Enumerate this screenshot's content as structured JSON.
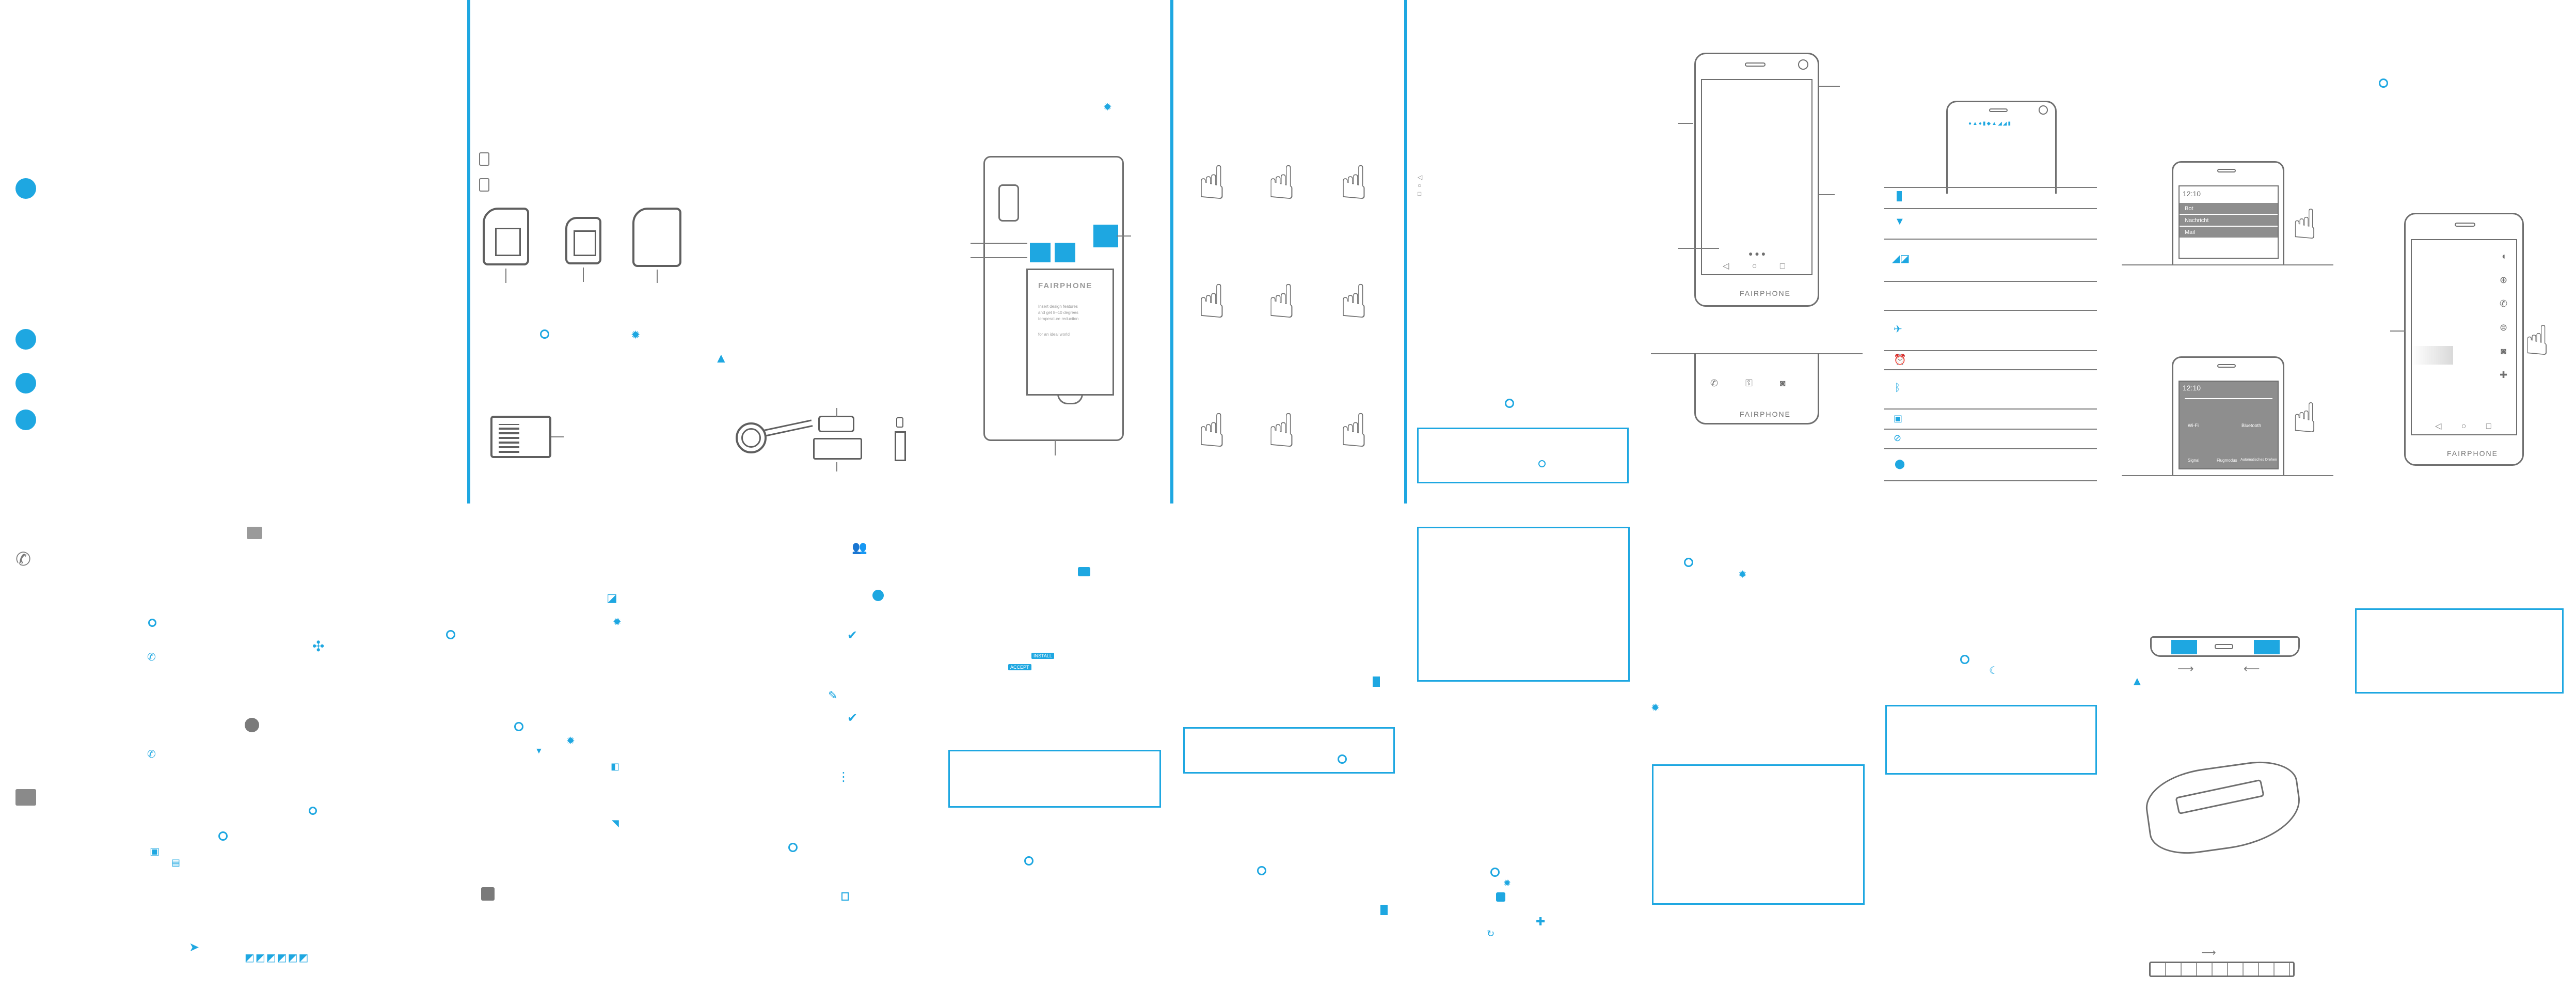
{
  "brand": {
    "label": "FAIRPHONE",
    "accent_color": "#1ea7e1",
    "line_color": "#6f6f6f"
  },
  "notifications": {
    "time": "12:10",
    "items": [
      "Bot",
      "Nachricht",
      "Mail"
    ]
  },
  "quick_settings": {
    "time": "12:10",
    "labels": [
      "Wi-Fi",
      "Bluetooth",
      "Signal",
      "Flugmodus",
      "Automatisches Drehen"
    ]
  },
  "buttons": {
    "install": "INSTALL",
    "accept": "ACCEPT"
  },
  "battery_cover": {
    "brand": "FAIRPHONE",
    "text_lines": [
      "Insert design features",
      "and get 8–10 degrees",
      "temperature reduction",
      "for an ideal world"
    ]
  },
  "icons": [
    "phone-icon",
    "camera-icon",
    "message-icon",
    "gear-icon",
    "warning-icon",
    "people-icon",
    "check-icon",
    "trash-icon",
    "battery-icon",
    "wifi-icon",
    "signal-icon",
    "airplane-icon",
    "alarm-icon",
    "bluetooth-icon",
    "vibrate-icon",
    "blocked-icon",
    "location-icon",
    "lock-icon"
  ]
}
